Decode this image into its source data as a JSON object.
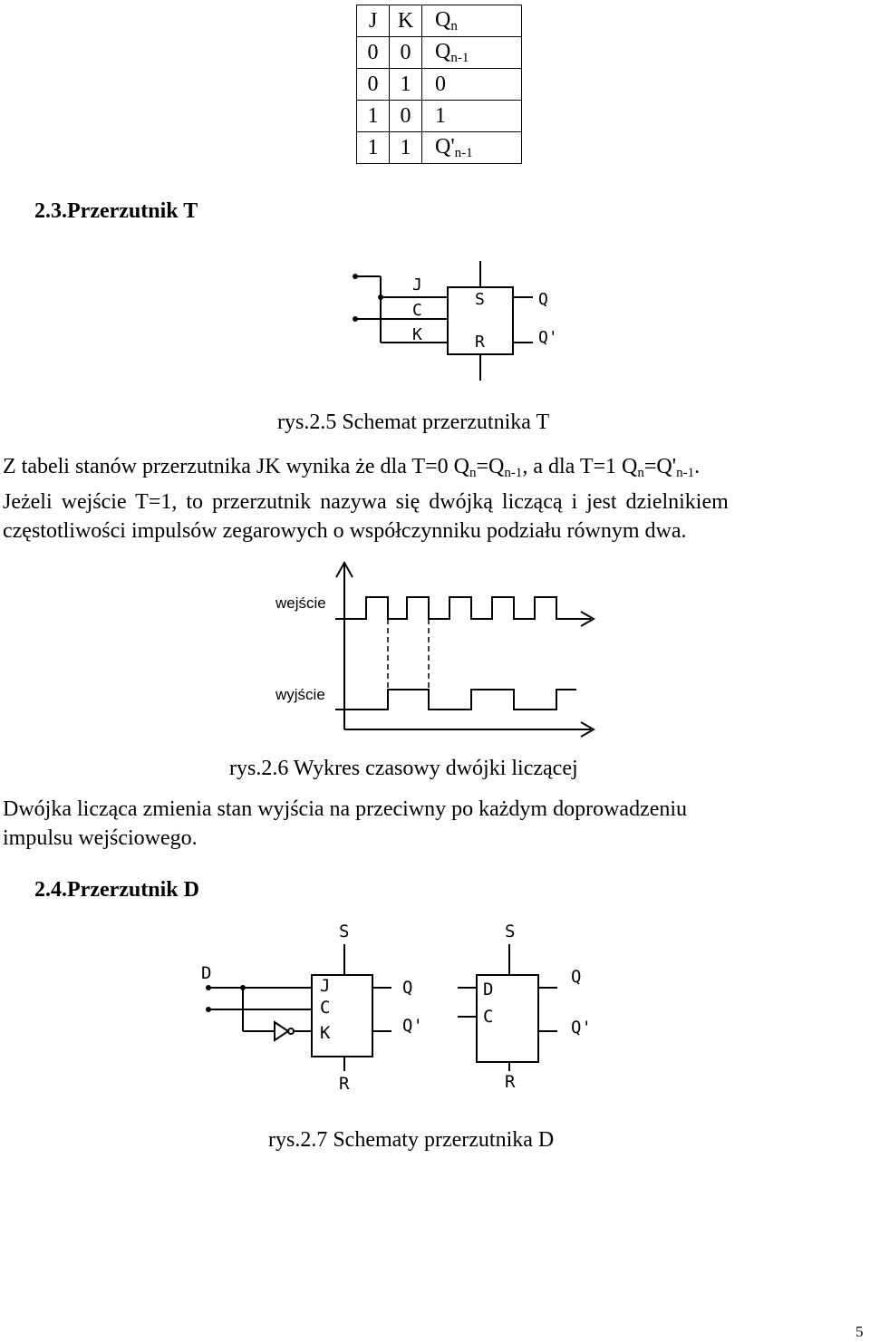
{
  "truth_table": {
    "headers": [
      "J",
      "K",
      "Q",
      "n"
    ],
    "rows": [
      [
        "0",
        "0",
        "Q",
        "n-1"
      ],
      [
        "0",
        "1",
        "0",
        ""
      ],
      [
        "1",
        "0",
        "1",
        ""
      ],
      [
        "1",
        "1",
        "Q'",
        "n-1"
      ]
    ]
  },
  "section_t": "2.3.Przerzutnik T",
  "fig5": {
    "pins_left": [
      "J",
      "C",
      "K"
    ],
    "pins_inner": [
      "S",
      "R"
    ],
    "pins_right": [
      "Q",
      "Q'"
    ],
    "caption": "rys.2.5 Schemat przerzutnika T"
  },
  "para1": {
    "l1a": "Z tabeli stanów przerzutnika JK wynika że dla T=0 Q",
    "l1b": "n",
    "l1c": "=Q",
    "l1d": "n-1",
    "l1e": ", a dla T=1 Q",
    "l1f": "n",
    "l1g": "=Q'",
    "l1h": "n-1",
    "l1i": ".",
    "l2": "Jeżeli wejście T=1, to przerzutnik nazywa się dwójką liczącą i jest dzielnikiem",
    "l3": "częstotliwości impulsów zegarowych o współczynniku podziału równym dwa."
  },
  "fig6": {
    "label_in": "wejście",
    "label_out": "wyjście",
    "caption": "rys.2.6 Wykres czasowy dwójki liczącej"
  },
  "para2": {
    "l1": "Dwójka licząca zmienia stan wyjścia na przeciwny po każdym doprowadzeniu",
    "l2": "impulsu wejściowego."
  },
  "section_d": "2.4.Przerzutnik D",
  "fig7": {
    "jk_input": "D",
    "jk_pins": [
      "J",
      "C",
      "K"
    ],
    "top": "S",
    "bottom": "R",
    "out": [
      "Q",
      "Q'"
    ],
    "d_pins": [
      "D",
      "C"
    ],
    "caption": "rys.2.7 Schematy przerzutnika D"
  },
  "page_number": "5"
}
